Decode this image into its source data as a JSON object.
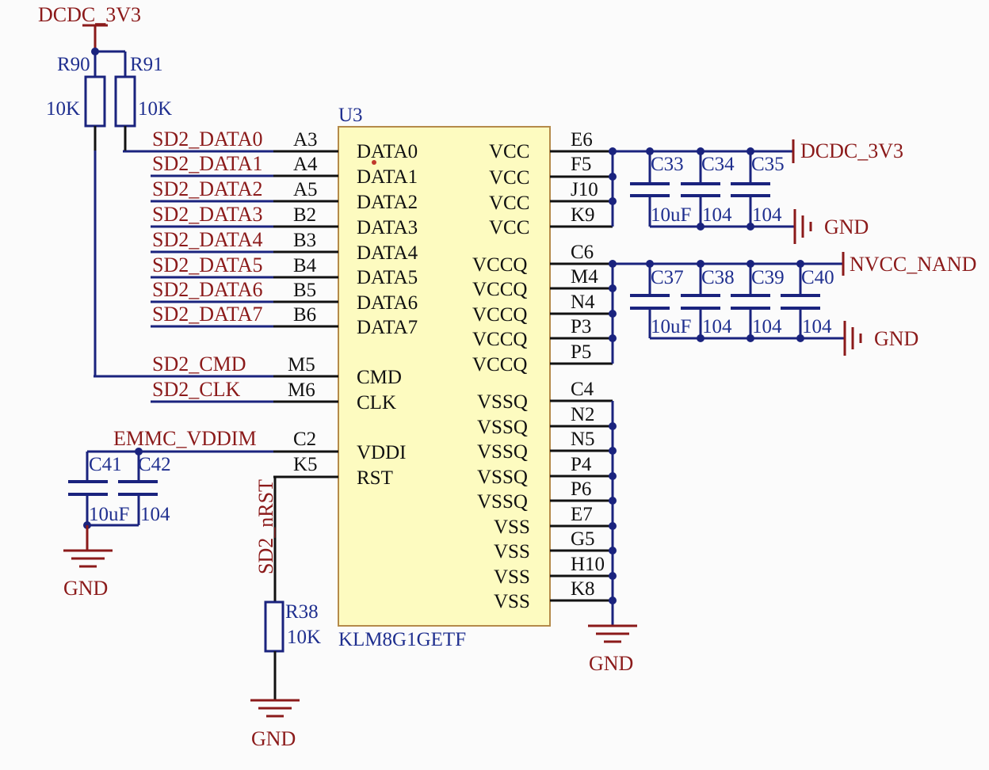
{
  "chip": {
    "designator": "U3",
    "part": "KLM8G1GETF",
    "left_pins": [
      {
        "name": "DATA0",
        "num": "A3",
        "net": "SD2_DATA0"
      },
      {
        "name": "DATA1",
        "num": "A4",
        "net": "SD2_DATA1"
      },
      {
        "name": "DATA2",
        "num": "A5",
        "net": "SD2_DATA2"
      },
      {
        "name": "DATA3",
        "num": "B2",
        "net": "SD2_DATA3"
      },
      {
        "name": "DATA4",
        "num": "B3",
        "net": "SD2_DATA4"
      },
      {
        "name": "DATA5",
        "num": "B4",
        "net": "SD2_DATA5"
      },
      {
        "name": "DATA6",
        "num": "B5",
        "net": "SD2_DATA6"
      },
      {
        "name": "DATA7",
        "num": "B6",
        "net": "SD2_DATA7"
      },
      {
        "name": "CMD",
        "num": "M5",
        "net": "SD2_CMD"
      },
      {
        "name": "CLK",
        "num": "M6",
        "net": "SD2_CLK"
      },
      {
        "name": "VDDI",
        "num": "C2",
        "net": "EMMC_VDDIM"
      },
      {
        "name": "RST",
        "num": "K5",
        "net": "SD2_nRST"
      }
    ],
    "right_pins": [
      {
        "name": "VCC",
        "num": "E6"
      },
      {
        "name": "VCC",
        "num": "F5"
      },
      {
        "name": "VCC",
        "num": "J10"
      },
      {
        "name": "VCC",
        "num": "K9"
      },
      {
        "name": "VCCQ",
        "num": "C6"
      },
      {
        "name": "VCCQ",
        "num": "M4"
      },
      {
        "name": "VCCQ",
        "num": "N4"
      },
      {
        "name": "VCCQ",
        "num": "P3"
      },
      {
        "name": "VCCQ",
        "num": "P5"
      },
      {
        "name": "VSSQ",
        "num": "C4"
      },
      {
        "name": "VSSQ",
        "num": "N2"
      },
      {
        "name": "VSSQ",
        "num": "N5"
      },
      {
        "name": "VSSQ",
        "num": "P4"
      },
      {
        "name": "VSSQ",
        "num": "P6"
      },
      {
        "name": "VSS",
        "num": "E7"
      },
      {
        "name": "VSS",
        "num": "G5"
      },
      {
        "name": "VSS",
        "num": "H10"
      },
      {
        "name": "VSS",
        "num": "K8"
      }
    ]
  },
  "power_nets": {
    "dcdc_3v3": "DCDC_3V3",
    "nvcc_nand": "NVCC_NAND",
    "gnd": "GND"
  },
  "resistors": [
    {
      "ref": "R90",
      "value": "10K"
    },
    {
      "ref": "R91",
      "value": "10K"
    },
    {
      "ref": "R38",
      "value": "10K"
    }
  ],
  "capacitors": [
    {
      "ref": "C33",
      "value": "10uF"
    },
    {
      "ref": "C34",
      "value": "104"
    },
    {
      "ref": "C35",
      "value": "104"
    },
    {
      "ref": "C37",
      "value": "10uF"
    },
    {
      "ref": "C38",
      "value": "104"
    },
    {
      "ref": "C39",
      "value": "104"
    },
    {
      "ref": "C40",
      "value": "104"
    },
    {
      "ref": "C41",
      "value": "10uF"
    },
    {
      "ref": "C42",
      "value": "104"
    }
  ]
}
